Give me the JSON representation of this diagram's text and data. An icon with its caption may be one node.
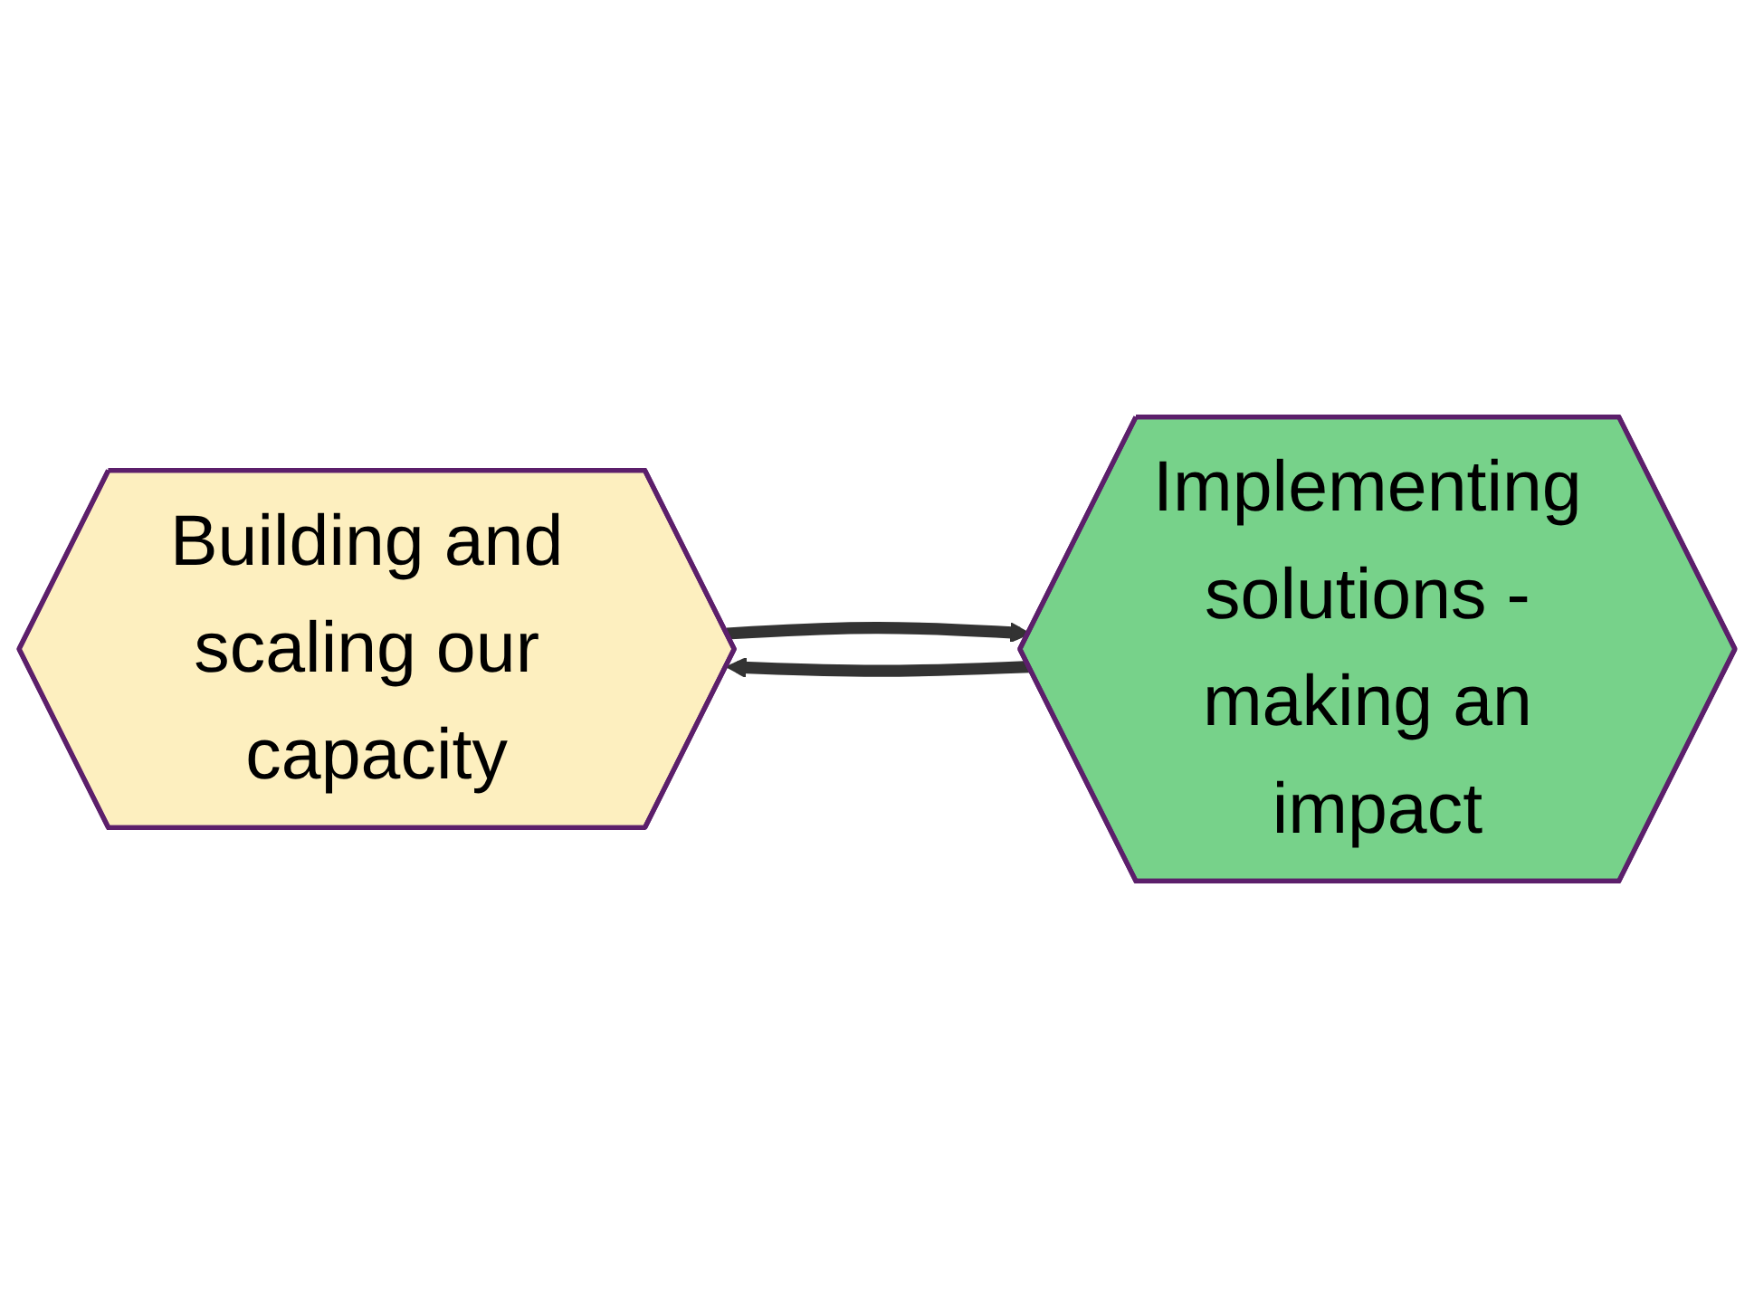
{
  "diagram": {
    "nodes": [
      {
        "text": [
          "Building and scaling our capacity"
        ]
      },
      {
        "text": [
          "Implementing solutions - making an impact"
        ]
      }
    ],
    "edges": [
      {
        "from": 0,
        "to": 1,
        "arrow": "to"
      },
      {
        "from": 1,
        "to": 0,
        "arrow": "to"
      }
    ]
  }
}
